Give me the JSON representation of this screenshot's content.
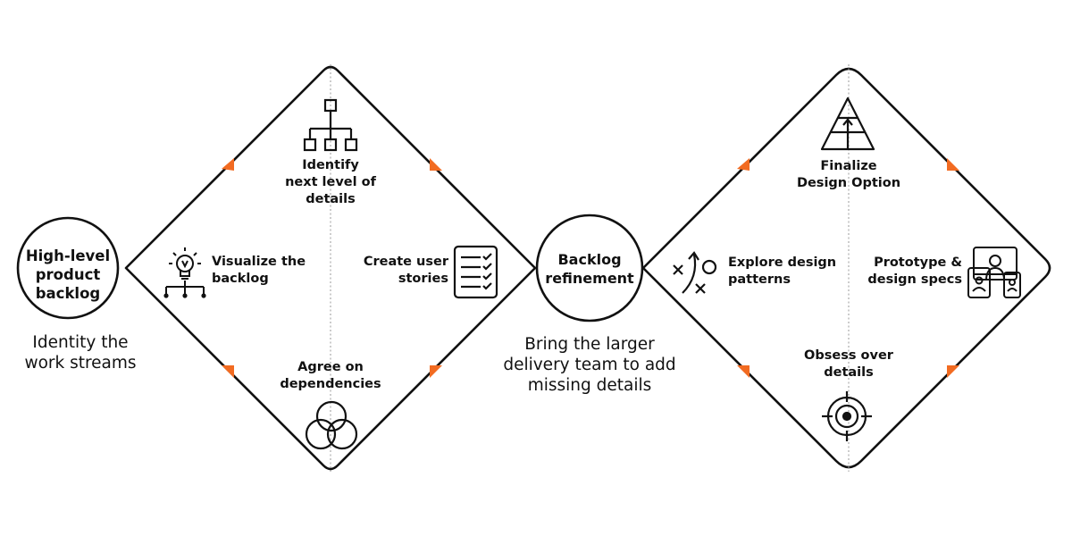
{
  "nodes": {
    "start": {
      "label": "High-level\nproduct\nbacklog",
      "subtitle": "Identity the\nwork streams"
    },
    "middle": {
      "label": "Backlog\nrefinement",
      "subtitle": "Bring the larger\ndelivery team to add\nmissing details"
    }
  },
  "diamond1": {
    "top": "Identify\nnext level of\ndetails",
    "left": "Visualize the\nbacklog",
    "right": "Create user\nstories",
    "bottom": "Agree on\ndependencies"
  },
  "diamond2": {
    "top": "Finalize\nDesign Option",
    "left": "Explore design\npatterns",
    "right": "Prototype &\ndesign specs",
    "bottom": "Obsess over\ndetails"
  },
  "colors": {
    "line": "#111111",
    "arrow": "#f26b21",
    "divider": "#9a9a9a"
  }
}
